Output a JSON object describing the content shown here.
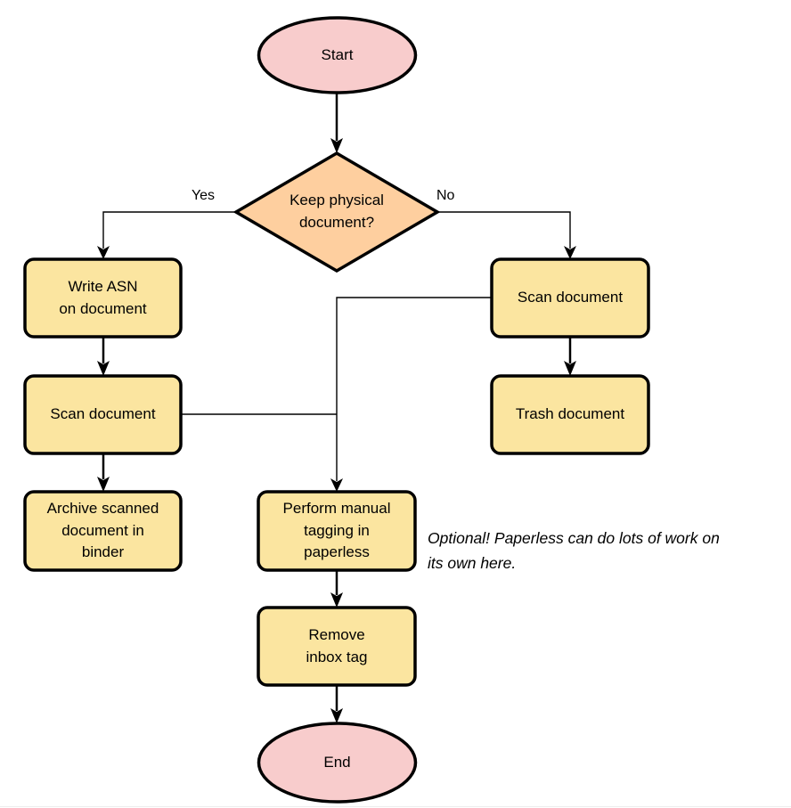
{
  "colors": {
    "terminal_fill": "#F8CCCC",
    "decision_fill": "#FECF9F",
    "process_fill": "#FBE5A0",
    "stroke": "#000000"
  },
  "nodes": {
    "start": {
      "label": "Start",
      "type": "terminal"
    },
    "decision": {
      "label": "Keep physical\ndocument?",
      "type": "decision"
    },
    "write_asn": {
      "label": "Write ASN\non document",
      "type": "process"
    },
    "scan_left": {
      "label": "Scan document",
      "type": "process"
    },
    "archive": {
      "label": "Archive scanned\ndocument in\nbinder",
      "type": "process"
    },
    "scan_right": {
      "label": "Scan document",
      "type": "process"
    },
    "trash": {
      "label": "Trash document",
      "type": "process"
    },
    "tagging": {
      "label": "Perform manual\ntagging in\npaperless",
      "type": "process"
    },
    "remove_inbox": {
      "label": "Remove\ninbox tag",
      "type": "process"
    },
    "end": {
      "label": "End",
      "type": "terminal"
    }
  },
  "edges": {
    "yes_label": "Yes",
    "no_label": "No"
  },
  "annotation": {
    "text": "Optional! Paperless can do lots of work on\nits own here."
  }
}
